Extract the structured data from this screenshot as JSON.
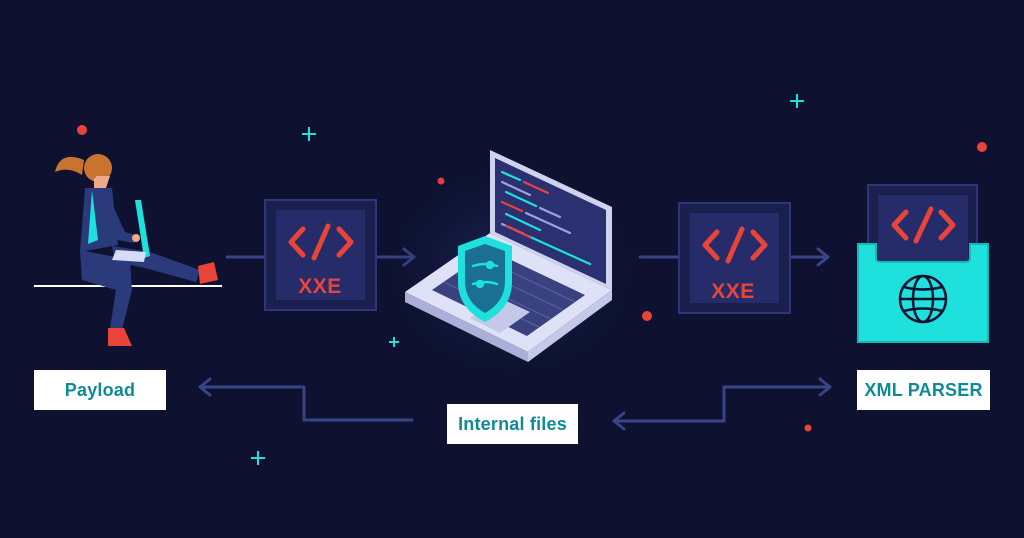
{
  "labels": {
    "payload": "Payload",
    "internal_files": "Internal files",
    "xml_parser": "XML PARSER"
  },
  "cards": {
    "left_xxe": "XXE",
    "right_xxe": "XXE"
  },
  "icons": {
    "code_symbol": "code-brackets-icon",
    "globe": "globe-icon",
    "shield": "shield-icon",
    "laptop": "laptop-icon"
  },
  "colors": {
    "background": "#0e1230",
    "accent_teal": "#1ee0dc",
    "accent_red": "#e8443a",
    "card_dark": "#1a1f4d",
    "card_inner": "#2a3070",
    "arrow": "#3b4387",
    "label_text": "#0e8b95"
  }
}
